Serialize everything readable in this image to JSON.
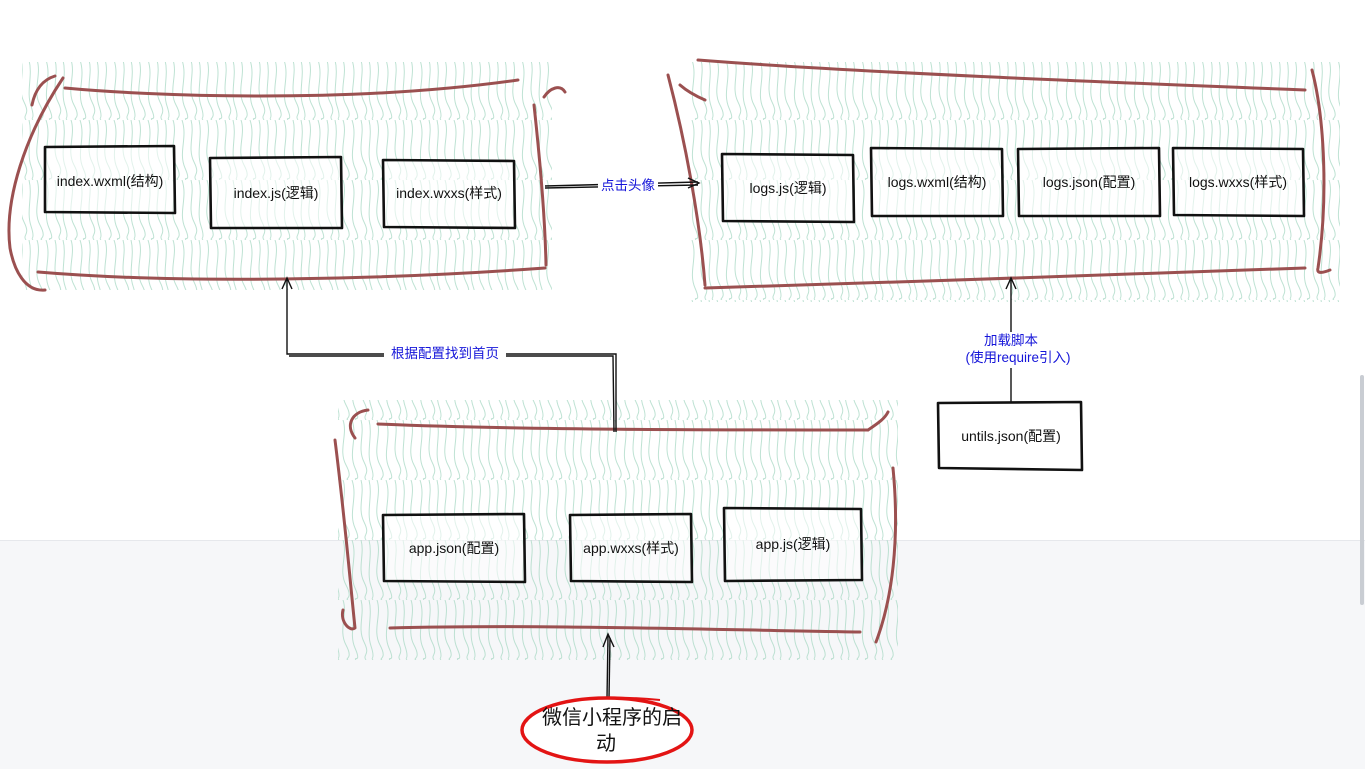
{
  "diagram": {
    "groups": [
      {
        "id": "index-page",
        "nodes": [
          {
            "id": "index-wxml",
            "label": "index.wxml(结构)"
          },
          {
            "id": "index-js",
            "label": "index.js(逻辑)"
          },
          {
            "id": "index-wxxs",
            "label": "index.wxxs(样式)"
          }
        ]
      },
      {
        "id": "logs-page",
        "nodes": [
          {
            "id": "logs-js",
            "label": "logs.js(逻辑)"
          },
          {
            "id": "logs-wxml",
            "label": "logs.wxml(结构)"
          },
          {
            "id": "logs-json",
            "label": "logs.json(配置)"
          },
          {
            "id": "logs-wxxs",
            "label": "logs.wxxs(样式)"
          }
        ]
      },
      {
        "id": "app",
        "nodes": [
          {
            "id": "app-json",
            "label": "app.json(配置)"
          },
          {
            "id": "app-wxxs",
            "label": "app.wxxs(样式)"
          },
          {
            "id": "app-js",
            "label": "app.js(逻辑)"
          }
        ]
      }
    ],
    "standalone_nodes": [
      {
        "id": "untils-json",
        "label": "untils.json(配置)"
      }
    ],
    "start": {
      "label_line1": "微信小程序的启",
      "label_line2": "动"
    },
    "edges": [
      {
        "from": "index-page",
        "to": "logs-page",
        "label": "点击头像"
      },
      {
        "from": "app",
        "to": "index-js",
        "label": "根据配置找到首页"
      },
      {
        "from": "untils-json",
        "to": "logs-page",
        "label_line1": "加载脚本",
        "label_line2": "(使用require引入)"
      },
      {
        "from": "start",
        "to": "app",
        "label": ""
      }
    ],
    "colors": {
      "frame": "#9b5050",
      "hatch": "#a8d8c4",
      "box_border": "#111111",
      "edge_label": "#1515d9",
      "start_outline": "#e31414"
    }
  }
}
